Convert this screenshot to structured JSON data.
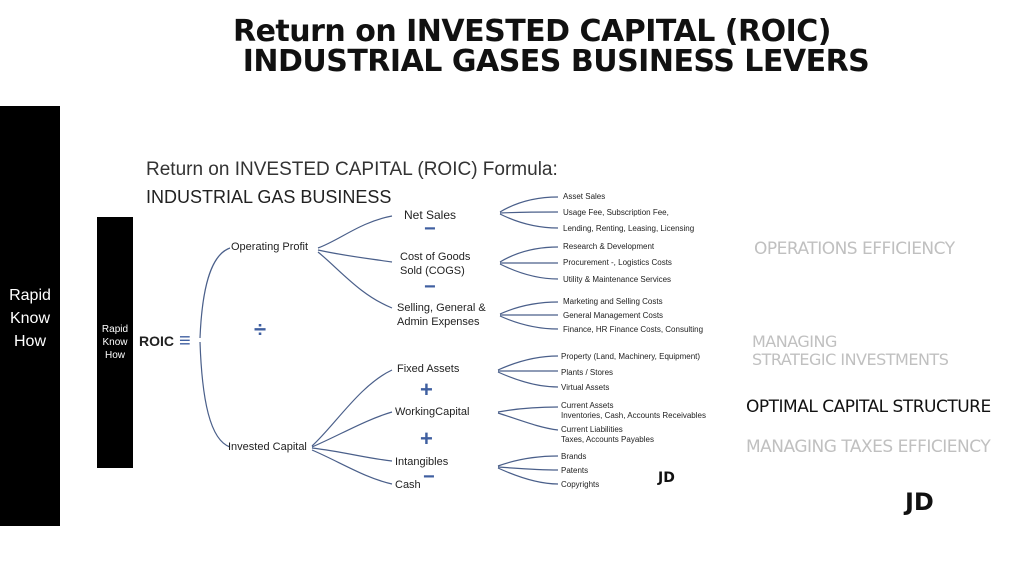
{
  "title": {
    "line1": "Return on INVESTED CAPITAL (ROIC)",
    "line2": "INDUSTRIAL GASES BUSINESS LEVERS"
  },
  "side_brand": {
    "line1": "Rapid",
    "line2": "Know",
    "line3": "How"
  },
  "inner_brand": {
    "line1": "Rapid",
    "line2": "Know",
    "line3": "How"
  },
  "formula": {
    "heading": "Return on INVESTED CAPITAL (ROIC) Formula:",
    "subheading": "INDUSTRIAL GAS BUSINESS",
    "root": "ROIC",
    "operating_profit": "Operating Profit",
    "invested_capital": "Invested Capital",
    "net_sales": "Net Sales",
    "cogs": "Cost of Goods\nSold (COGS)",
    "sga": "Selling, General &\nAdmin Expenses",
    "fixed_assets": "Fixed Assets",
    "working_capital": "WorkingCapital",
    "intangibles": "Intangibles",
    "cash": "Cash",
    "leaves_net_sales": [
      "Asset Sales",
      "Usage Fee, Subscription Fee,",
      "Lending, Renting, Leasing, Licensing"
    ],
    "leaves_cogs": [
      "Research & Development",
      "Procurement -, Logistics Costs",
      "Utility & Maintenance Services"
    ],
    "leaves_sga": [
      "Marketing and Selling Costs",
      "General Management Costs",
      "Finance, HR Finance Costs, Consulting"
    ],
    "leaves_fixed": [
      "Property (Land, Machinery, Equipment)",
      "Plants / Stores",
      "Virtual Assets"
    ],
    "leaves_wc": [
      "Current Assets\nInventories, Cash, Accounts Receivables",
      "Current Liabilities\nTaxes, Accounts Payables"
    ],
    "leaves_intangibles": [
      "Brands",
      "Patents",
      "Copyrights"
    ],
    "signature": "JD"
  },
  "levers": {
    "operations": "OPERATIONS EFFICIENCY",
    "strategic": "MANAGING\nSTRATEGIC INVESTMENTS",
    "capital": "OPTIMAL CAPITAL STRUCTURE",
    "taxes": "MANAGING TAXES EFFICIENCY"
  },
  "signature": "JD",
  "colors": {
    "operator": "#3f5fa0",
    "branch": "#4a5f8a",
    "lever_gray": "#c0c0c0"
  }
}
